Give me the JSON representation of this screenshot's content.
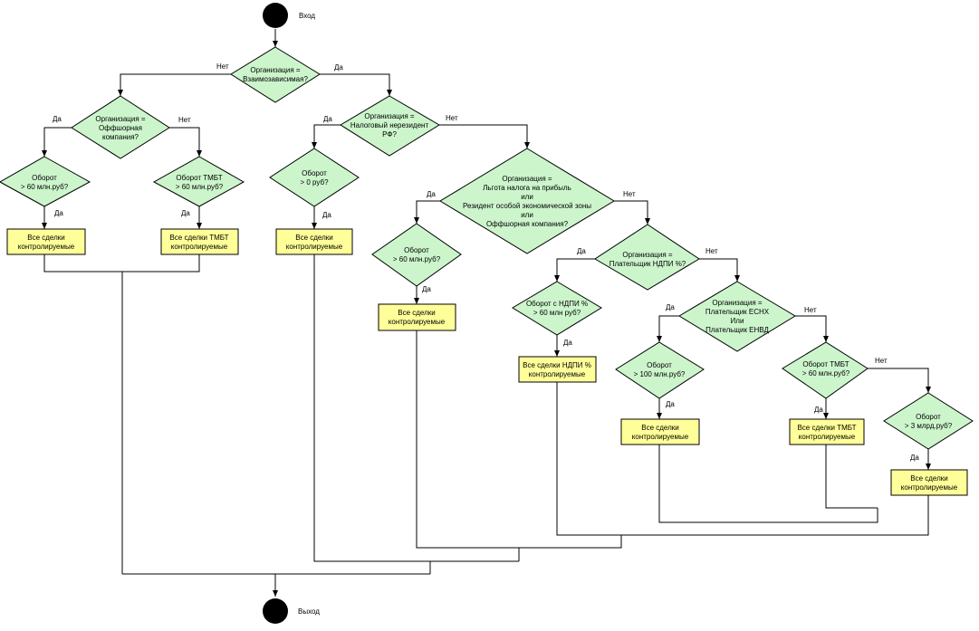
{
  "start_label": "Вход",
  "end_label": "Выход",
  "yes": "Да",
  "no": "Нет",
  "diamonds": {
    "d1": [
      "Организация =",
      "Взаимозависимая?"
    ],
    "d2": [
      "Организация =",
      "Оффшорная",
      "компания?"
    ],
    "d3": [
      "Организация =",
      "Налоговый нерезидент",
      "РФ?"
    ],
    "d4": [
      "Оборот",
      "> 60 млн.руб?"
    ],
    "d5": [
      "Оборот ТМБТ",
      "> 60 млн.руб?"
    ],
    "d6": [
      "Оборот",
      "> 0 руб?"
    ],
    "d7": [
      "Организация =",
      "Льгота налога на прибыль",
      "или",
      "Резидент особой экономической зоны",
      "или",
      "Оффшорная компания?"
    ],
    "d8": [
      "Оборот",
      "> 60 млн.руб?"
    ],
    "d9": [
      "Организация =",
      "Плательщик НДПИ %?"
    ],
    "d10": [
      "Оборот с НДПИ %",
      "> 60 млн руб?"
    ],
    "d11": [
      "Организация =",
      "Плательщик ЕСНХ",
      "Или",
      "Плательщик ЕНВД"
    ],
    "d12": [
      "Оборот",
      "> 100 млн.руб?"
    ],
    "d13": [
      "Оборот ТМБТ",
      "> 60 млн.руб?"
    ],
    "d14": [
      "Оборот",
      "> 3 млрд.руб?"
    ]
  },
  "rects": {
    "r1": [
      "Все сделки",
      "контролируемые"
    ],
    "r2": [
      "Все сделки ТМБТ",
      "контролируемые"
    ],
    "r3": [
      "Все сделки",
      "контролируемые"
    ],
    "r4": [
      "Все сделки",
      "контролируемые"
    ],
    "r5": [
      "Все сделки НДПИ %",
      "контролируемые"
    ],
    "r6": [
      "Все сделки",
      "контролируемые"
    ],
    "r7": [
      "Все сделки ТМБТ",
      "контролируемые"
    ],
    "r8": [
      "Все сделки",
      "контролируемые"
    ]
  }
}
